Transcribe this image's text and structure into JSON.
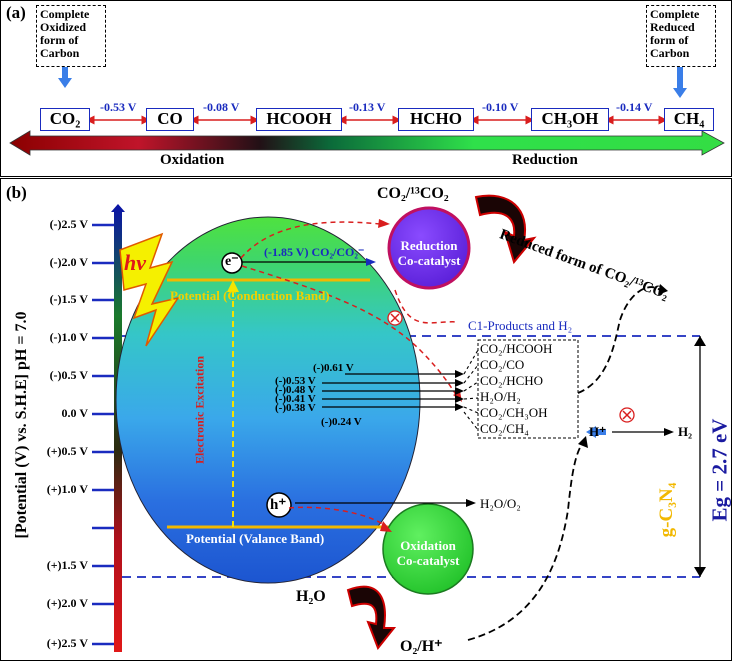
{
  "panel_a": {
    "label": "(a)",
    "oxidized_box": [
      "Complete",
      "Oxidized",
      "form of",
      "Carbon"
    ],
    "reduced_box": [
      "Complete",
      "Reduced",
      "form of",
      "Carbon"
    ],
    "species": [
      "CO₂",
      "CO",
      "HCOOH",
      "HCHO",
      "CH₃OH",
      "CH₄"
    ],
    "potentials": [
      "-0.53 V",
      "-0.08 V",
      "-0.13 V",
      "-0.10 V",
      "-0.14 V"
    ],
    "oxidation_label": "Oxidation",
    "reduction_label": "Reduction",
    "colors": {
      "oxidation": "#8b0000",
      "reduction": "#2ecc40",
      "box_border": "#1a2bbf"
    }
  },
  "panel_b": {
    "label": "(b)",
    "axis_title": "[Potential (V) vs. S.H.E] pH = 7.0",
    "ticks": [
      "(-)2.5 V",
      "(-)2.0 V",
      "(-)1.5 V",
      "(-)1.0 V",
      "(-)0.5 V",
      "0.0 V",
      "(+)0.5 V",
      "(+)1.0 V",
      "(+)1.5 V",
      "(+)2.0 V",
      "(+)2.5 V"
    ],
    "hv": "hν",
    "electron": "e⁻",
    "hole": "h⁺",
    "excitation_label": "Electronic Excitation",
    "cb_label": "Potential (Conduction Band)",
    "vb_label": "Potential (Valance Band)",
    "cb_potential": "(-1.85 V) CO₂/CO₂⁻",
    "reduction_catalyst": [
      "Reduction",
      "Co-catalyst"
    ],
    "oxidation_catalyst": [
      "Oxidation",
      "Co-catalyst"
    ],
    "co2_label": "CO₂/¹³CO₂",
    "reduced_form_label": "Reduced form of CO₂/¹³CO₂",
    "c1_label": "C1-Products and H₂",
    "products": [
      "CO₂/HCOOH",
      "CO₂/CO",
      "CO₂/HCHO",
      "H₂O/H₂",
      "CO₂/CH₃OH",
      "CO₂/CH₄"
    ],
    "product_potentials": [
      "(-)0.61 V",
      "(-)0.53 V",
      "(-)0.48 V",
      "(-)0.41 V",
      "(-)0.38 V",
      "(-)0.24 V"
    ],
    "h_plus": "H⁺",
    "h2": "H₂",
    "water_ox": "H₂O/O₂",
    "h2o": "H₂O",
    "o2h": "O₂/H⁺",
    "gcn": "g-C₃N₄",
    "eg": "Eg = 2.7 eV",
    "colors": {
      "catalyst_red": "#7b2ff7",
      "catalyst_ox": "#2ecc40",
      "band_gap": "#1a1aa0",
      "gcn": "#f2b800"
    }
  }
}
